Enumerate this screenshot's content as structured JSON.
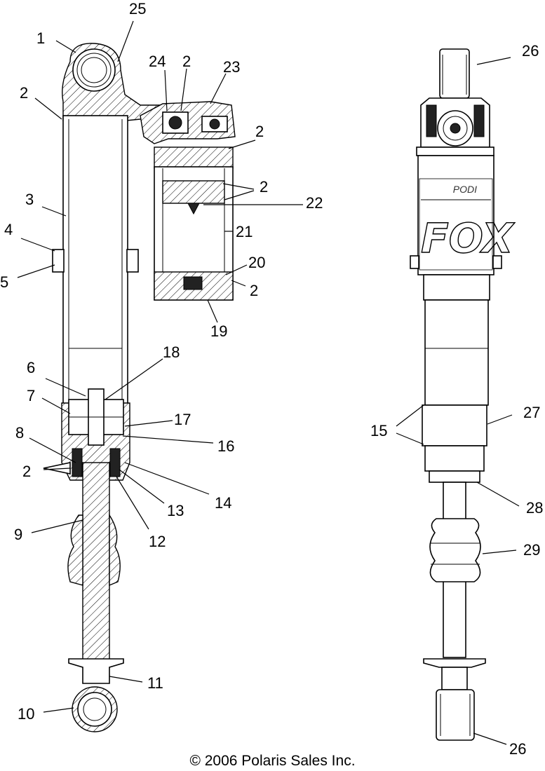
{
  "callouts": {
    "c1": "1",
    "c25": "25",
    "c24": "24",
    "c2a": "2",
    "c23": "23",
    "c2b": "2",
    "c2c": "2",
    "c3": "3",
    "c2d": "2",
    "c22": "22",
    "c4": "4",
    "c21": "21",
    "c5": "5",
    "c20": "20",
    "c2e": "2",
    "c19": "19",
    "c18": "18",
    "c6": "6",
    "c7": "7",
    "c17": "17",
    "c16": "16",
    "c8": "8",
    "c2f": "2",
    "c14": "14",
    "c13": "13",
    "c12": "12",
    "c9": "9",
    "c11": "11",
    "c10": "10",
    "c26a": "26",
    "c27": "27",
    "c15": "15",
    "c28": "28",
    "c29": "29",
    "c26b": "26"
  },
  "decal": {
    "brand": "FOX",
    "model": "PODI"
  },
  "copyright": "© 2006 Polaris Sales Inc."
}
